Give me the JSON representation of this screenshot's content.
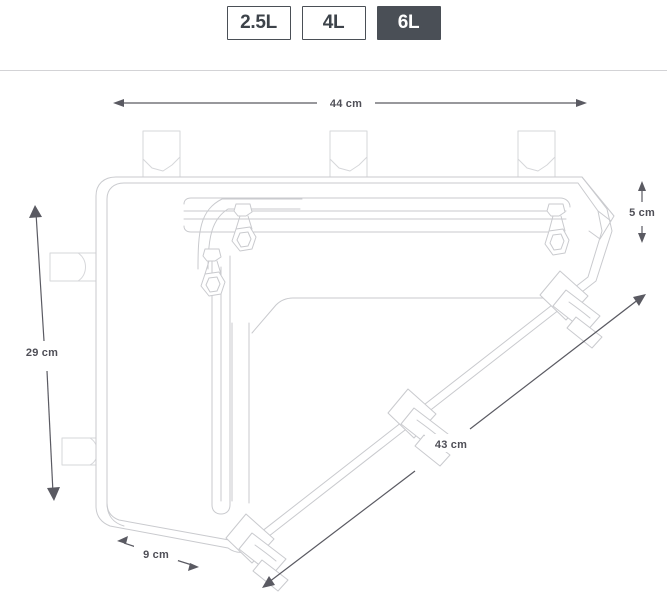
{
  "variant_selector": {
    "name": "capacity-variant-selector",
    "options": [
      {
        "label": "2.5L",
        "selected": false
      },
      {
        "label": "4L",
        "selected": false
      },
      {
        "label": "6L",
        "selected": true
      }
    ],
    "selected_label": "6L",
    "selected_bg": "#4a4f56",
    "unselected_bg": "#ffffff",
    "border_color": "#4a4f56",
    "selected_text_color": "#ffffff",
    "unselected_text_color": "#3d434a"
  },
  "drawing": {
    "title": "bike frame bag dimension diagram",
    "line_color": "#c9cace",
    "dimension_color": "#5a5a62",
    "dimensions": {
      "width_top": {
        "label": "44 cm",
        "orientation": "horizontal",
        "position": "top"
      },
      "height_left": {
        "label": "29 cm",
        "orientation": "vertical",
        "position": "left"
      },
      "depth_right": {
        "label": "5 cm",
        "orientation": "vertical",
        "position": "right"
      },
      "base_bottom": {
        "label": "9 cm",
        "orientation": "diagonal",
        "position": "bottom-left"
      },
      "hypotenuse": {
        "label": "43 cm",
        "orientation": "diagonal",
        "position": "center-right"
      }
    }
  }
}
